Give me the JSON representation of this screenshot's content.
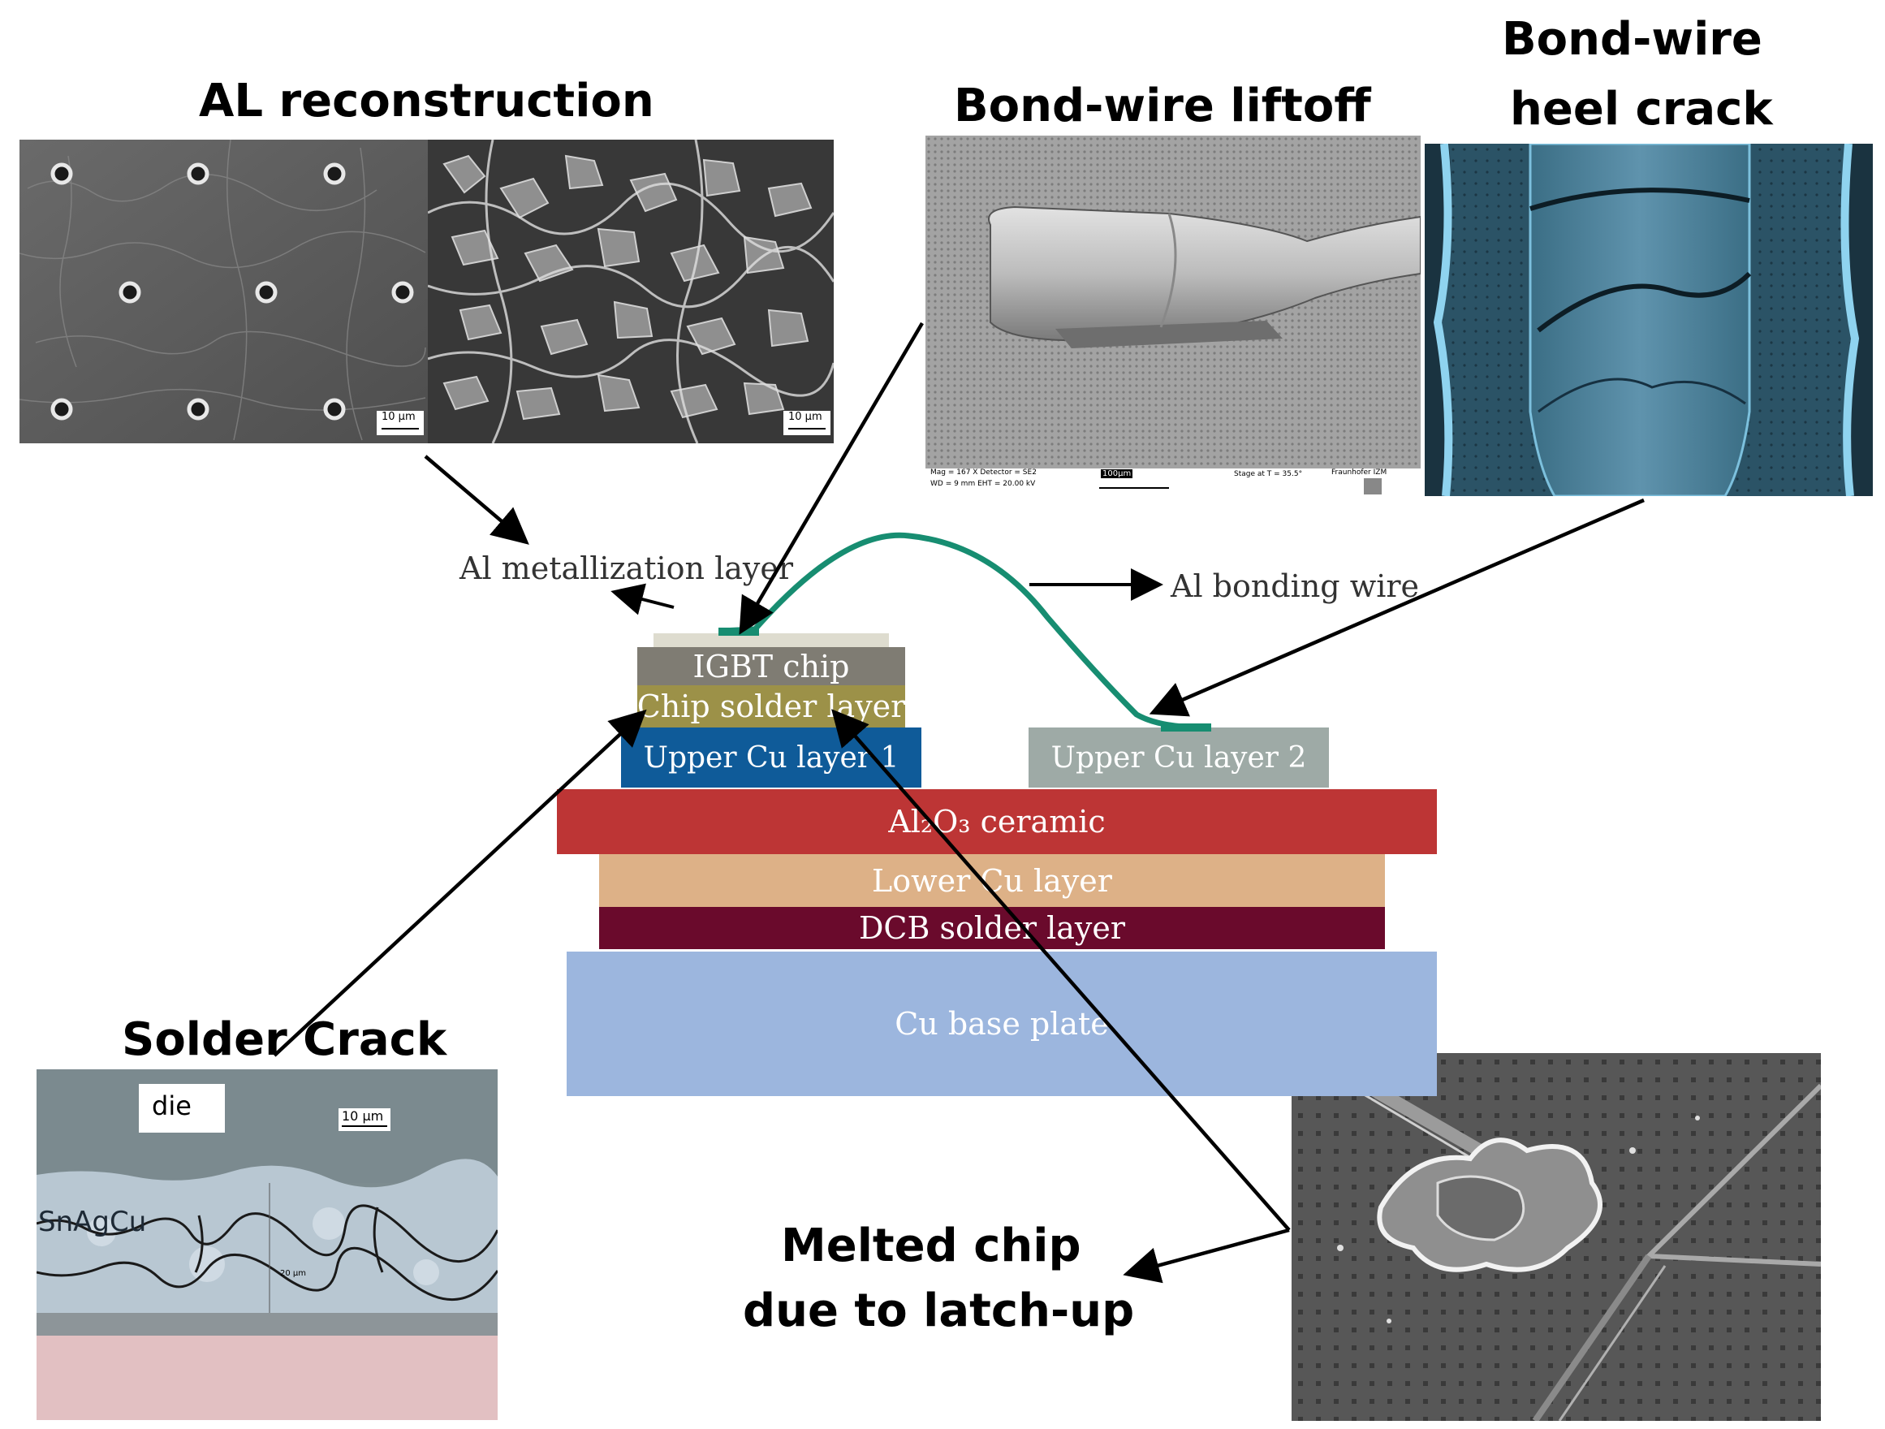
{
  "titles": {
    "al_reconstruction": "AL reconstruction",
    "bond_wire_liftoff": "Bond-wire liftoff",
    "bond_wire_heel_crack_line1": "Bond-wire",
    "bond_wire_heel_crack_line2": "heel crack",
    "solder_crack": "Solder Crack",
    "melted_chip_line1": "Melted chip",
    "melted_chip_line2": "due to latch-up"
  },
  "photo_labels": {
    "scale_10um_a": "10 µm",
    "scale_10um_b": "10 µm",
    "sem_info_1": "Mag = 167 X   Detector = SE2",
    "sem_info_2": "WD = 9 mm   EHT = 20.00 kV",
    "sem_scale": "100µm",
    "sem_stage": "Stage at T = 35.5°",
    "sem_org": "Fraunhofer IZM",
    "die": "die",
    "scale_10um_c": "10 µm",
    "snagcu": "SnAgCu",
    "scale_20um": "20 µm"
  },
  "diagram": {
    "al_metallization": "Al metallization layer",
    "al_bonding_wire": "Al bonding wire",
    "igbt_chip": "IGBT chip",
    "chip_solder": "Chip solder layer",
    "upper_cu_1": "Upper Cu layer 1",
    "upper_cu_2": "Upper Cu layer 2",
    "ceramic": "Al₂O₃ ceramic",
    "lower_cu": "Lower Cu layer",
    "dcb_solder": "DCB solder layer",
    "cu_base": "Cu base plate"
  },
  "colors": {
    "igbt_chip": "#7f7c73",
    "chip_solder": "#9c9148",
    "upper_cu_1": "#0f5b99",
    "upper_cu_2": "#9eaaa6",
    "ceramic": "#bd3535",
    "lower_cu": "#ddb187",
    "dcb_solder": "#6a0a2c",
    "cu_base": "#9cb6de",
    "bond_wire": "#178d71",
    "al_metallization": "#dedccf"
  }
}
